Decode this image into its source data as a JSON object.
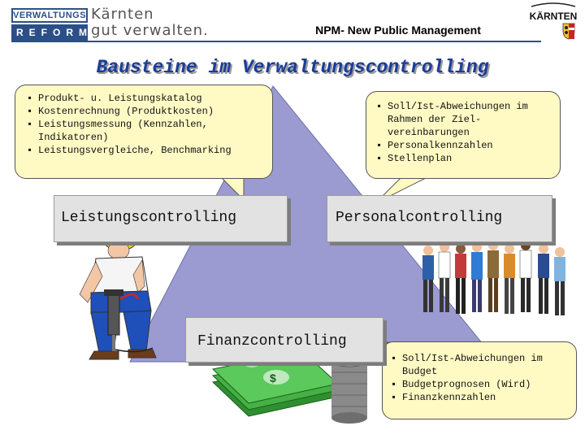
{
  "header": {
    "logo_line1": "VERWALTUNGS",
    "logo_line2": "REFORM",
    "brand_line1": "Kärnten",
    "brand_line2": "gut verwalten.",
    "subtitle": "NPM- New Public Management",
    "crest_text": "KÄRNTEN"
  },
  "title": "Bausteine im Verwaltungscontrolling",
  "labels": {
    "leistung": "Leistungscontrolling",
    "personal": "Personalcontrolling",
    "finanz": "Finanzcontrolling"
  },
  "bubbles": {
    "left": [
      "Produkt- u. Leistungskatalog",
      "Kostenrechnung (Produktkosten)",
      "Leistungsmessung (Kennzahlen, Indikatoren)",
      "Leistungsvergleiche, Benchmarking"
    ],
    "right": [
      "Soll/Ist-Abweichungen im Rahmen der Ziel-vereinbarungen",
      "Personalkennzahlen",
      "Stellenplan"
    ],
    "bottom": [
      "Soll/Ist-Abweichungen im Budget",
      "Budgetprognosen (Wird)",
      "Finanzkennzahlen"
    ]
  },
  "colors": {
    "brand_blue": "#2c4f87",
    "title_blue": "#1a3d99",
    "triangle": "#9b9bd1",
    "bubble_fill": "#fff9c4",
    "label_fill": "#e2e2e2"
  },
  "icons": [
    "worker-jackhammer-illustration",
    "staff-group-illustration",
    "money-stack-illustration",
    "coins-illustration",
    "carinthia-crest-icon"
  ]
}
